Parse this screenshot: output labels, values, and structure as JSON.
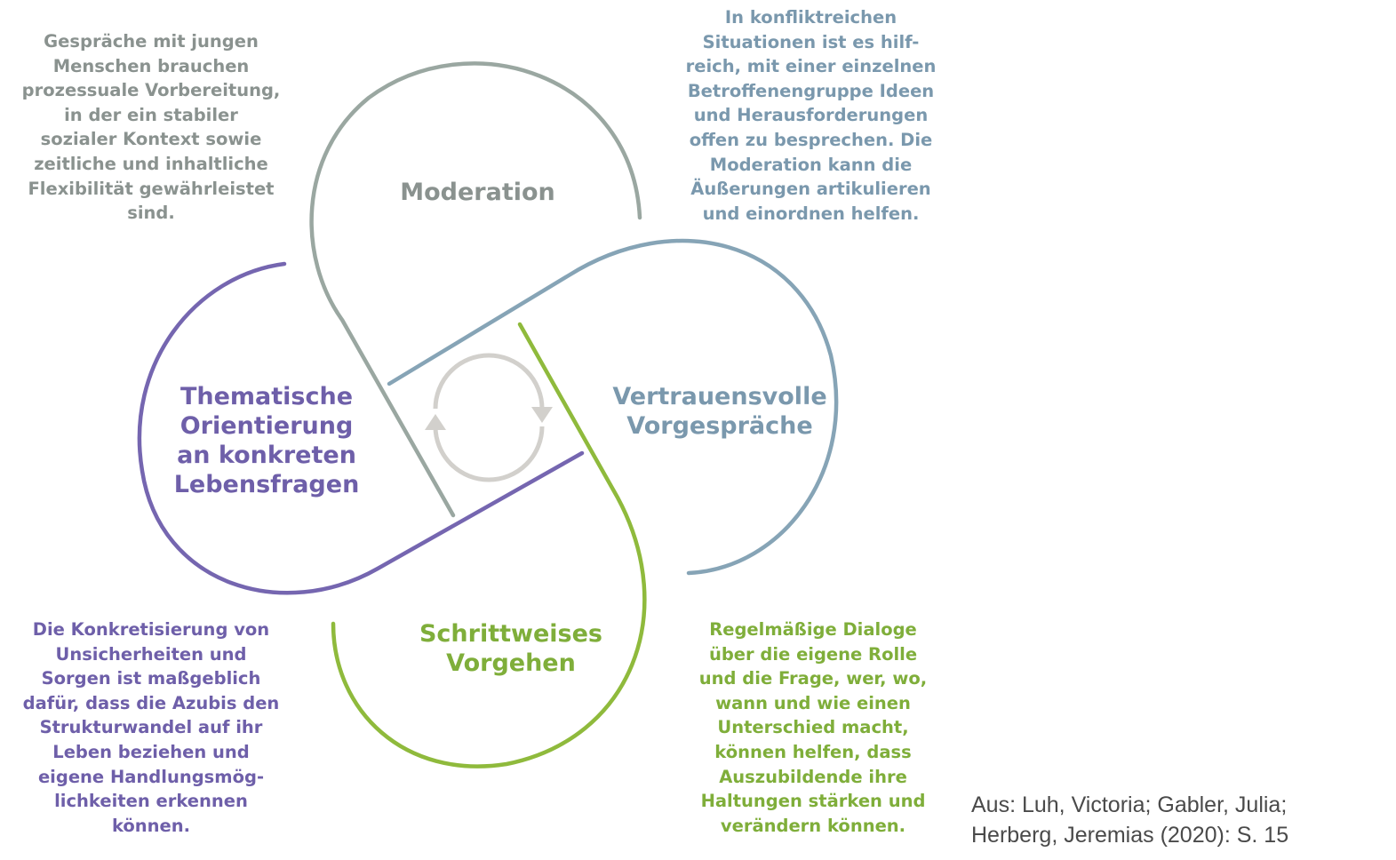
{
  "colors": {
    "moderation": "#9aa7a1",
    "vorgespraeche": "#86a4b6",
    "schrittweise": "#8fba3c",
    "thematisch": "#7566b0",
    "arrows": "#d2d0cc",
    "text_gray": "#8a928f",
    "text_blue": "#7a98ad",
    "text_green": "#7fae3a",
    "text_purple": "#6e5fa9"
  },
  "hubs": {
    "moderation": "Moderation",
    "vorgespraeche": "Vertrauensvolle\nVorgespräche",
    "thematisch": "Thematische\nOrientierung\nan konkreten\nLebensfragen",
    "schrittweise": "Schrittweises\nVorgehen"
  },
  "notes": {
    "top_left": "Gespräche mit jungen\nMenschen brauchen\nprozessuale Vorbereitung,\nin der ein stabiler\nsozialer Kontext sowie\nzeitliche und inhaltliche\nFlexibilität gewährleistet\nsind.",
    "top_right": "In konfliktreichen\nSituationen ist es hilf-\nreich, mit einer einzelnen\nBetroffenengruppe Ideen\nund Herausforderungen\noffen zu besprechen. Die\nModeration kann die\nÄußerungen artikulieren\nund einordnen helfen.",
    "bottom_left": "Die Konkretisierung von\nUnsicherheiten  und\nSorgen ist maßgeblich\ndafür, dass die Azubis den\nStrukturwandel auf ihr\nLeben beziehen und\neigene Handlungsmög-\nlichkeiten erkennen\nkönnen.",
    "bottom_right": "Regelmäßige Dialoge\nüber die eigene Rolle\nund die Frage, wer, wo,\nwann und wie einen\nUnterschied macht,\nkönnen helfen, dass\nAuszubildende ihre\nHaltungen stärken und\nverändern können."
  },
  "citation": "Aus: Luh, Victoria; Gabler, Julia;\nHerberg, Jeremias (2020): S. 15"
}
